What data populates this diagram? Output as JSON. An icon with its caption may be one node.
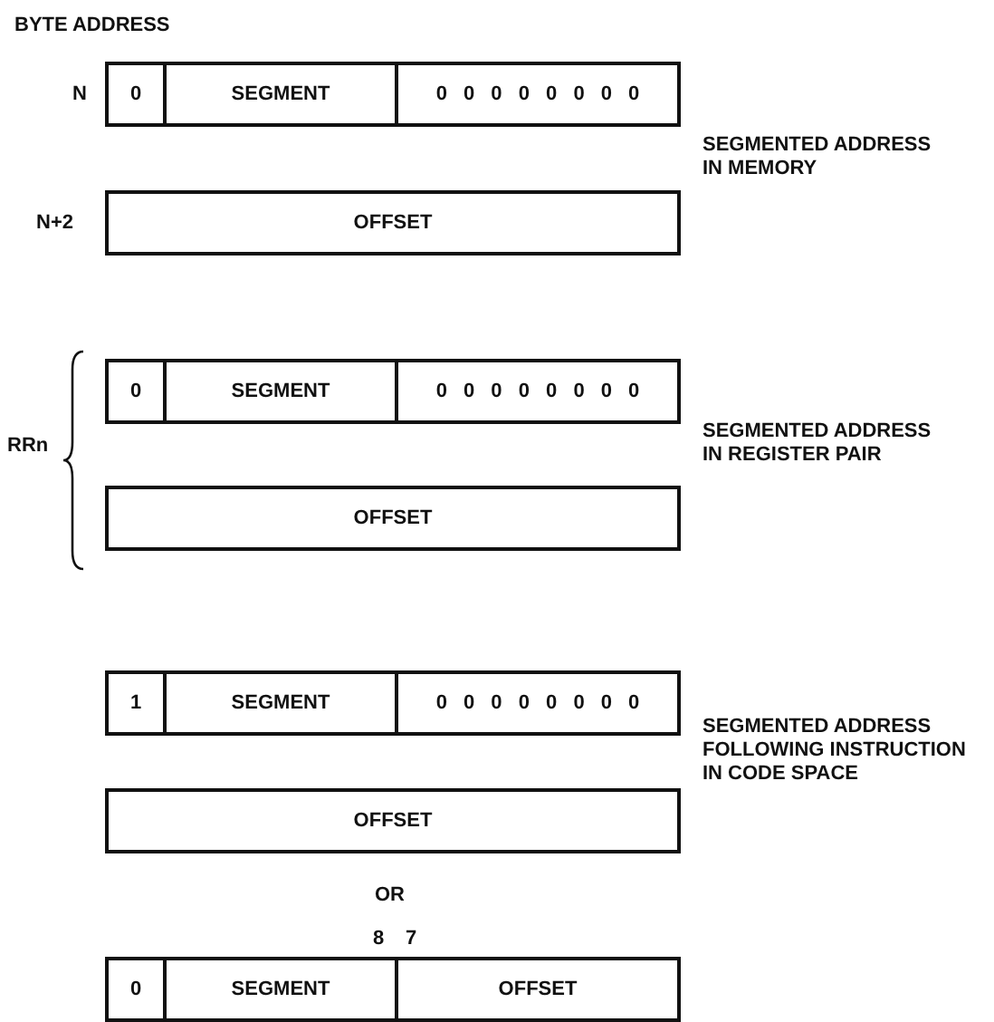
{
  "diagram": {
    "nodes": [
      {
        "text": [],
        "shape": "box"
      },
      {
        "text": [
          "0"
        ],
        "in": 0
      },
      {
        "text": [
          "SEGMENT"
        ],
        "in": 0
      },
      {
        "text": [
          "0 0 0 0 0 0 0 0"
        ],
        "in": 0
      },
      {
        "text": [
          "OFFSET"
        ]
      },
      {
        "text": [],
        "shape": "box"
      },
      {
        "text": [
          "0"
        ],
        "in": 5
      },
      {
        "text": [
          "SEGMENT"
        ],
        "in": 5
      },
      {
        "text": [
          "0 0 0 0 0 0 0 0"
        ],
        "in": 5
      },
      {
        "text": [
          "OFFSET"
        ]
      },
      {
        "text": [],
        "shape": "box"
      },
      {
        "text": [
          "1"
        ],
        "in": 10
      },
      {
        "text": [
          "SEGMENT"
        ],
        "in": 10
      },
      {
        "text": [
          "0 0 0 0 0 0 0 0"
        ],
        "in": 10
      },
      {
        "text": [
          "OFFSET"
        ]
      },
      {
        "text": [],
        "shape": "box"
      },
      {
        "text": [
          "0"
        ],
        "in": 15
      },
      {
        "text": [
          "SEGMENT"
        ],
        "in": 15
      },
      {
        "text": [
          "OFFSET"
        ],
        "in": 15
      }
    ],
    "labels": [
      "BYTE ADDRESS",
      "N",
      "SEGMENTED ADDRESS IN MEMORY",
      "N+2",
      "RRn",
      "SEGMENTED ADDRESS IN REGISTER PAIR",
      "SEGMENTED ADDRESS FOLLOWING INSTRUCTION IN CODE SPACE",
      "OR",
      "8",
      "7"
    ]
  }
}
